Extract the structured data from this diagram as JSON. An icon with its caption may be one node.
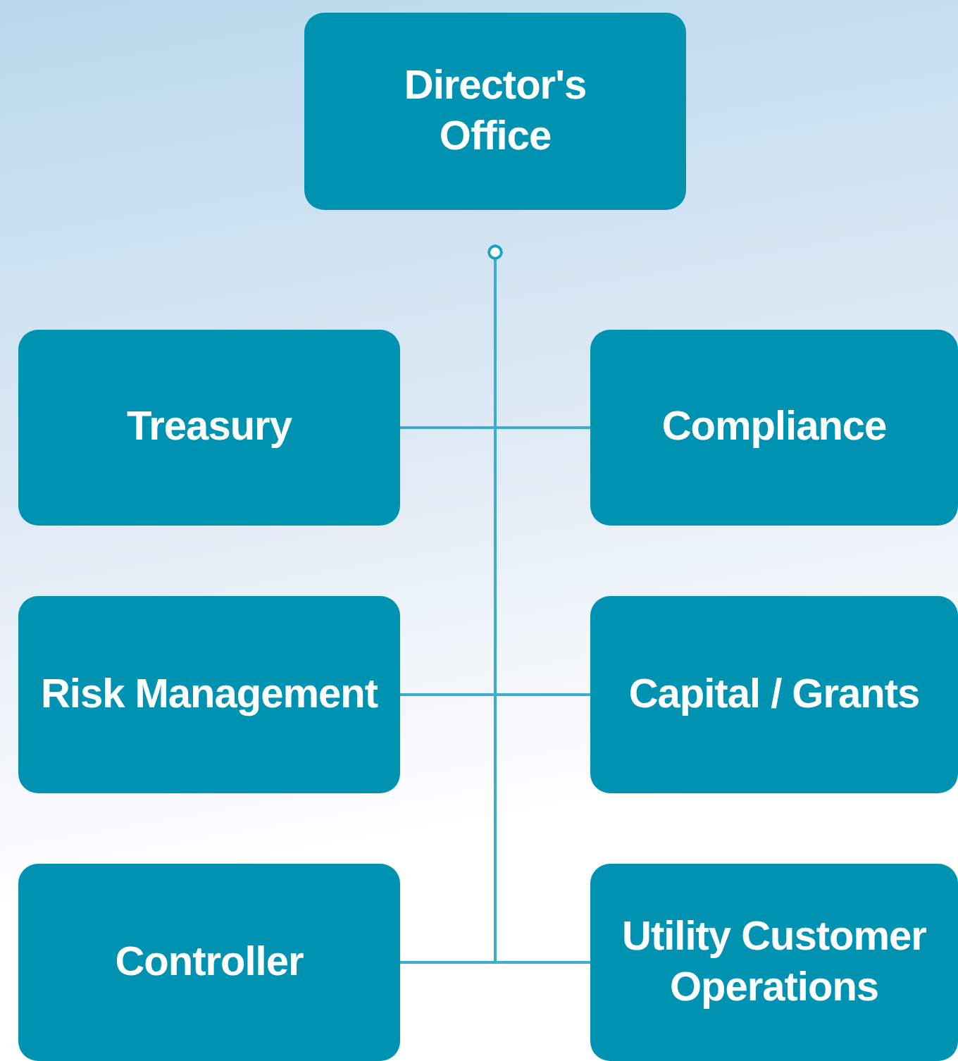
{
  "diagram": {
    "nodes": [
      {
        "text": [
          "Director's Office"
        ]
      },
      {
        "text": [
          "Treasury"
        ]
      },
      {
        "text": [
          "Compliance"
        ]
      },
      {
        "text": [
          "Risk Management"
        ]
      },
      {
        "text": [
          "Capital / Grants"
        ]
      },
      {
        "text": [
          "Controller"
        ]
      },
      {
        "text": [
          "Utility Customer Operations"
        ]
      }
    ],
    "edges": [
      {
        "from": 0,
        "to": 1,
        "arrow": "other"
      },
      {
        "from": 0,
        "to": 2,
        "arrow": "other"
      },
      {
        "from": 0,
        "to": 3,
        "arrow": "other"
      },
      {
        "from": 0,
        "to": 4,
        "arrow": "other"
      },
      {
        "from": 0,
        "to": 5,
        "arrow": "other"
      },
      {
        "from": 0,
        "to": 6,
        "arrow": "other"
      }
    ]
  }
}
